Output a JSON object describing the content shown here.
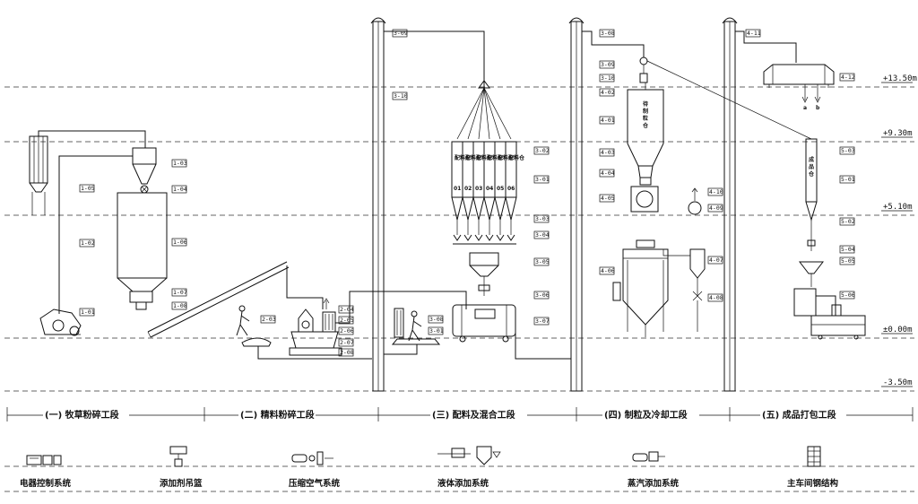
{
  "levels": [
    "+13.50m",
    "+9.30m",
    "+5.10m",
    "±0.00m",
    "-3.50m"
  ],
  "sections": [
    "(一) 牧草粉碎工段",
    "(二) 精料粉碎工段",
    "(三) 配料及混合工段",
    "(四) 制粒及冷却工段",
    "(五) 成品打包工段"
  ],
  "systems": [
    "电器控制系统",
    "添加剂吊篮",
    "压缩空气系统",
    "液体添加系统",
    "蒸汽添加系统",
    "主车间钢结构"
  ],
  "tags": {
    "s1": [
      "1-05",
      "1-03",
      "1-04",
      "1-02",
      "1-06",
      "1-07",
      "1-08",
      "1-01"
    ],
    "s2": [
      "2-03",
      "2-04",
      "2-05",
      "2-06",
      "2-07",
      "2-08"
    ],
    "s3": [
      "3-09",
      "3-10",
      "3-02",
      "3-01",
      "3-03",
      "3-04",
      "3-05",
      "3-06",
      "3-07",
      "3-08",
      "3-01"
    ],
    "s4": [
      "3-08",
      "3-09",
      "3-10",
      "4-02",
      "4-01",
      "4-03",
      "4-04",
      "4-05",
      "4-10",
      "4-09",
      "4-07",
      "4-06",
      "4-08"
    ],
    "s5": [
      "4-11",
      "4-12",
      "5-03",
      "5-01",
      "5-02",
      "5-04",
      "5-05",
      "5-06"
    ]
  },
  "bins": {
    "label": "配料仓",
    "nums": [
      "01",
      "02",
      "03",
      "04",
      "05",
      "06"
    ]
  },
  "silo_label": "待制粒仓",
  "product_label": "成品仓",
  "ab": [
    "a",
    "b"
  ]
}
